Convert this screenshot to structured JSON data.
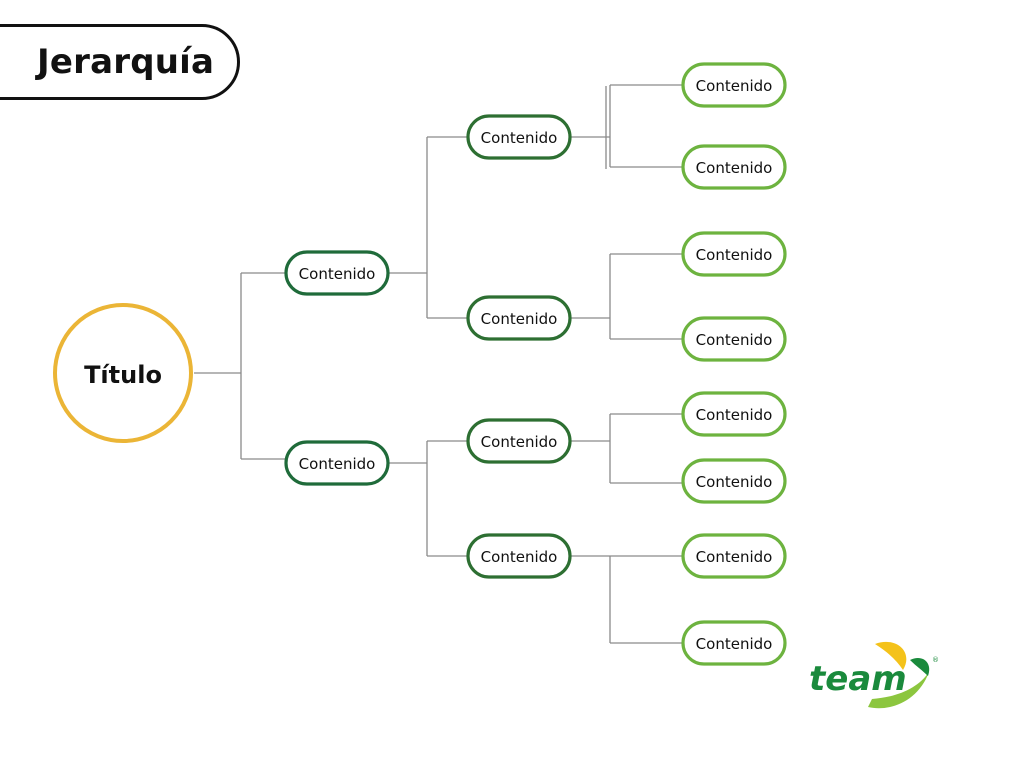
{
  "header": {
    "title": "Jerarquía"
  },
  "colors": {
    "root_border": "#EBB536",
    "level1_border": "#1F6B3A",
    "level2_border": "#2D6F32",
    "level3_border": "#6DB33F",
    "connector": "#8A8A8A",
    "logo_green": "#1A8A3C",
    "logo_yellow": "#F4C21A",
    "logo_light_green": "#8CC63F"
  },
  "diagram": {
    "root": {
      "label": "Título"
    },
    "level1": [
      {
        "label": "Contenido"
      },
      {
        "label": "Contenido"
      }
    ],
    "level2": [
      {
        "label": "Contenido"
      },
      {
        "label": "Contenido"
      },
      {
        "label": "Contenido"
      },
      {
        "label": "Contenido"
      }
    ],
    "level3": [
      {
        "label": "Contenido"
      },
      {
        "label": "Contenido"
      },
      {
        "label": "Contenido"
      },
      {
        "label": "Contenido"
      },
      {
        "label": "Contenido"
      },
      {
        "label": "Contenido"
      },
      {
        "label": "Contenido"
      },
      {
        "label": "Contenido"
      }
    ]
  },
  "logo": {
    "text": "team",
    "icon": "team-leaf-logo-icon"
  }
}
